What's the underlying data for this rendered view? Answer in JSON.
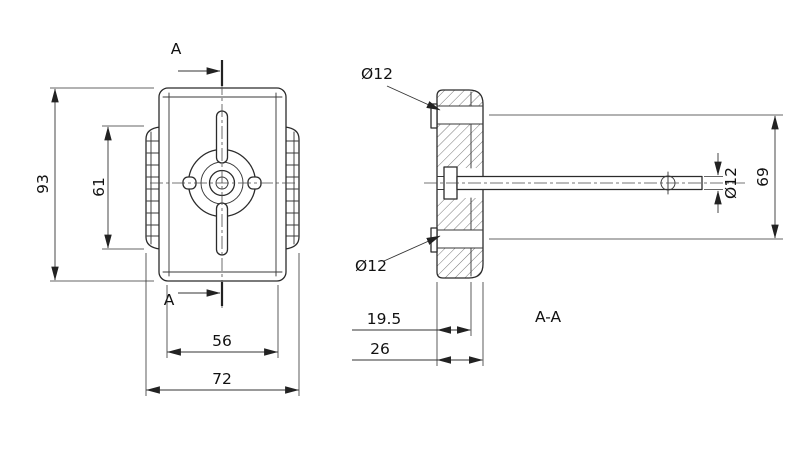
{
  "drawing": {
    "kind": "technical-drawing-two-views",
    "colors": {
      "background": "#ffffff",
      "line": "#2b2b2b"
    },
    "front_view": {
      "section_marker_top": "A",
      "section_marker_bottom": "A",
      "dims": {
        "overall_height": "93",
        "clamp_height": "61",
        "inner_width": "56",
        "overall_width": "72"
      }
    },
    "section_view": {
      "label": "A-A",
      "dims": {
        "top_hole_dia": "Ø12",
        "bottom_hole_dia": "Ø12",
        "rod_dia": "Ø12",
        "hole_spacing": "69",
        "depth_inner": "19.5",
        "depth_overall": "26"
      }
    }
  }
}
